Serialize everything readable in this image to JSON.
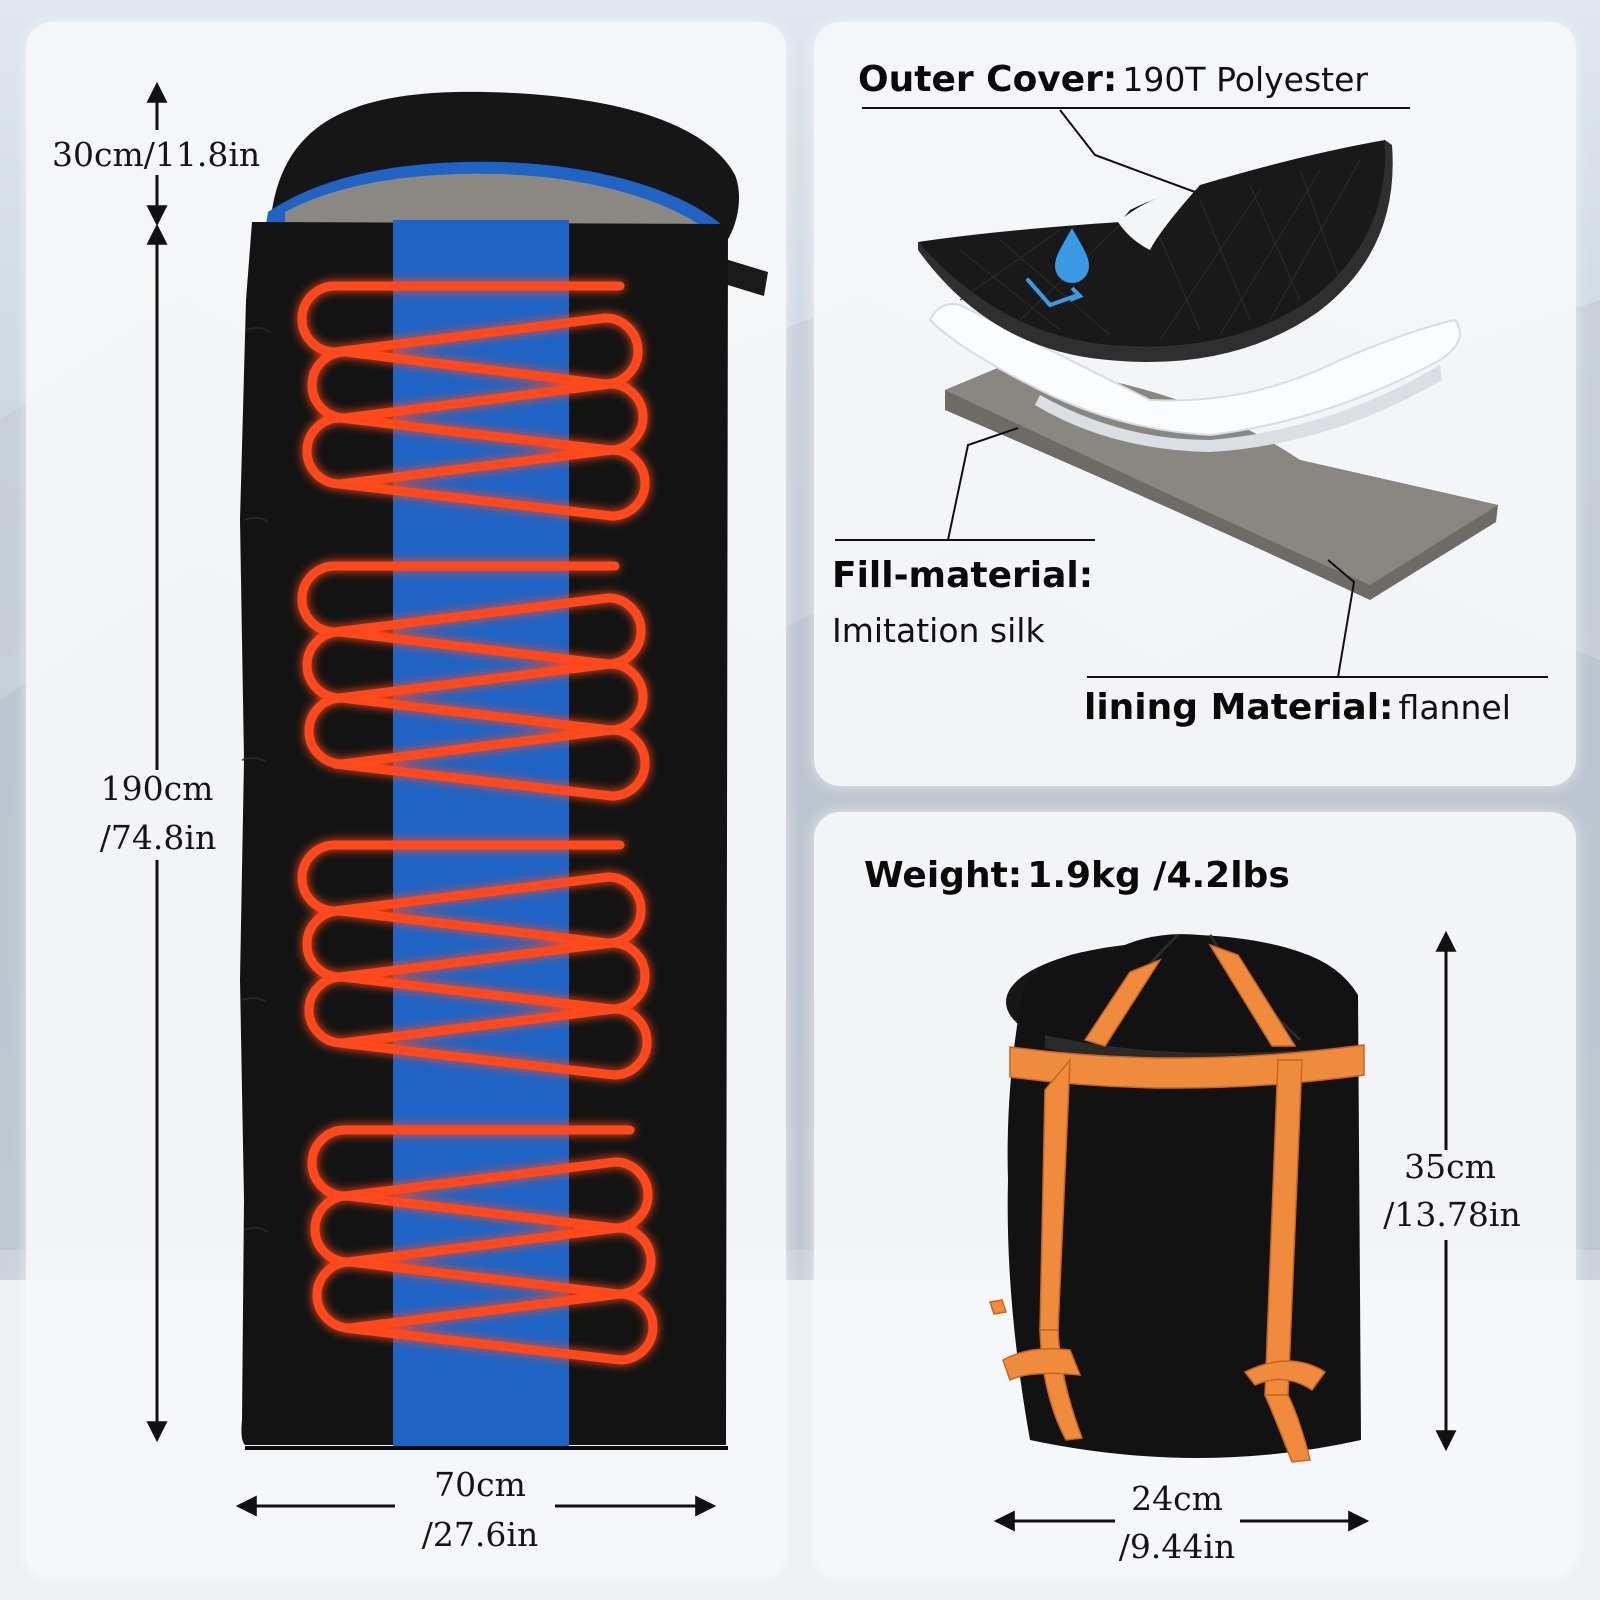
{
  "dimensions": {
    "hood": "30cm/11.8in",
    "length_cm": "190cm",
    "length_in": "/74.8in",
    "width_cm": "70cm",
    "width_in": "/27.6in",
    "pack_height_cm": "35cm",
    "pack_height_in": "/13.78in",
    "pack_width_cm": "24cm",
    "pack_width_in": "/9.44in"
  },
  "materials": {
    "outer_label": "Outer Cover:",
    "outer_value": "190T Polyester",
    "fill_label": "Fill-material:",
    "fill_value": "Imitation silk",
    "lining_label": "lining Material:",
    "lining_value": "flannel"
  },
  "weight": {
    "label": "Weight:",
    "value": "1.9kg /4.2lbs"
  },
  "colors": {
    "shell": "#111111",
    "stripe": "#1f63c4",
    "heater": "#ff4a1c",
    "strap": "#f08a3c",
    "fill_layer": "#f2f4f6",
    "lining_layer": "#7d7a76"
  },
  "icons": [
    "water-drop-icon",
    "arrow-up-icon",
    "arrow-down-icon",
    "arrow-left-icon",
    "arrow-right-icon"
  ]
}
